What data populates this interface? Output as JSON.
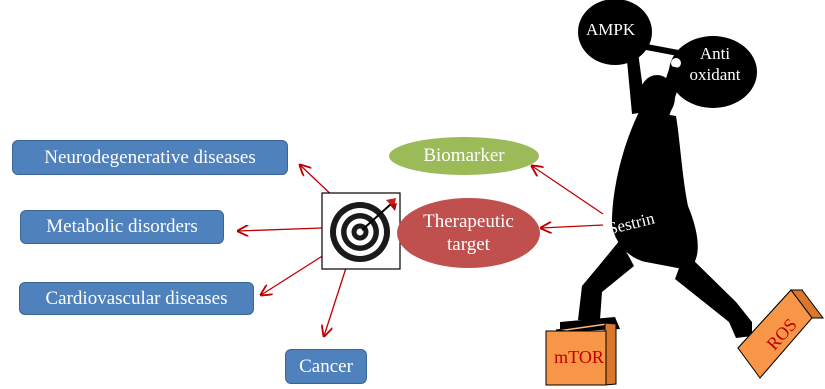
{
  "diseases": {
    "neuro": "Neurodegenerative diseases",
    "metabolic": "Metabolic disorders",
    "cardio": "Cardiovascular diseases",
    "cancer": "Cancer"
  },
  "roles": {
    "biomarker": "Biomarker",
    "therapeutic_line1": "Therapeutic",
    "therapeutic_line2": "target"
  },
  "lifter": {
    "left_plate": "AMPK",
    "right_plate_line1": "Anti",
    "right_plate_line2": "oxidant",
    "body_label": "Sestrin"
  },
  "boxes": {
    "left": "mTOR",
    "right": "ROS"
  },
  "colors": {
    "disease_box": "#4f81bd",
    "biomarker_oval": "#9bbb59",
    "therapeutic_oval": "#c0504d",
    "crate": "#f79646",
    "crate_text": "#c00000",
    "arrow": "#c00000",
    "silhouette": "#000000"
  },
  "icons": {
    "target": "dartboard-target-icon",
    "lifter": "weightlifter-silhouette-icon"
  }
}
